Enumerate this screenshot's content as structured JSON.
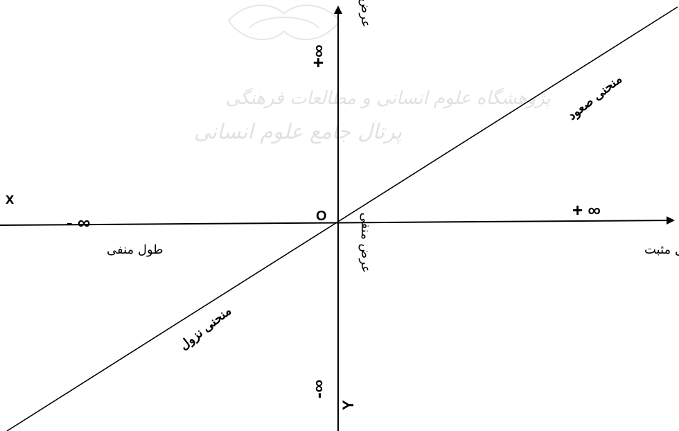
{
  "watermark": {
    "line1": "پژوهشگاه علوم انسانی و مطالعات فرهنگی",
    "line2": "پرتال جامع علوم انسانی"
  },
  "axes": {
    "x_label": "x",
    "y_label": "Y",
    "origin_label": "O",
    "pos_inf_x": "+ ∞",
    "neg_inf_x": "- ∞",
    "pos_inf_y": "+∞",
    "neg_inf_y": "-∞"
  },
  "labels": {
    "positive_length": "طول مثبت",
    "negative_length": "طول منفی",
    "positive_width": "عرض مثبت",
    "negative_width": "عرض منفی",
    "ascending_curve": "منحنی صعود",
    "descending_curve": "منحنی نزول"
  }
}
